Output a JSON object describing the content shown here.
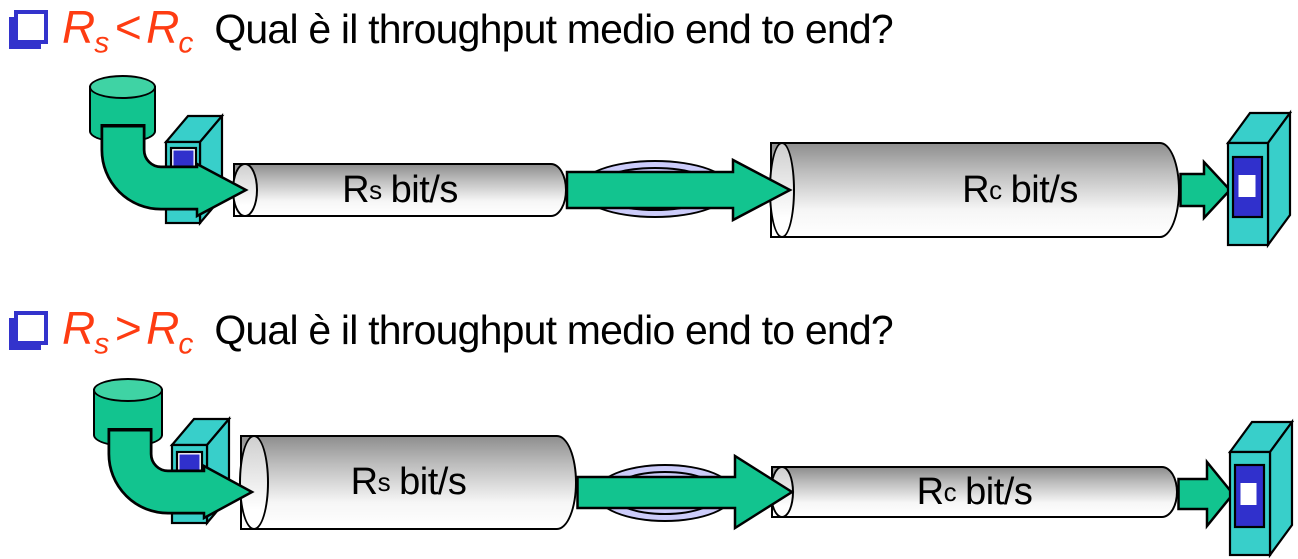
{
  "colors": {
    "green": "#12c48f",
    "green_light": "#3fd3a4",
    "cyan": "#38cfca",
    "screen_blue": "#3030cc",
    "lens_lavender": "#ccccfa",
    "formula_red": "#fe3c12",
    "bullet_blue": "#3333cc"
  },
  "bullets": [
    {
      "r1": "R",
      "sub1": "s",
      "op": "<",
      "r2": "R",
      "sub2": "c",
      "question": "Qual è il throughput medio end to end?"
    },
    {
      "r1": "R",
      "sub1": "s",
      "op": ">",
      "r2": "R",
      "sub2": "c",
      "question": "Qual è il throughput medio end to end?"
    }
  ],
  "diagrams": [
    {
      "server_pipe": {
        "main": "R",
        "sub": "s",
        "rest": "bit/s"
      },
      "client_pipe": {
        "main": "R",
        "sub": "c",
        "rest": "bit/s"
      }
    },
    {
      "server_pipe": {
        "main": "R",
        "sub": "s",
        "rest": "bit/s"
      },
      "client_pipe": {
        "main": "R",
        "sub": "c",
        "rest": "bit/s"
      }
    }
  ],
  "icons": {
    "bullet": "shadowed-square-bullet-icon",
    "server": "server-host-icon",
    "database": "database-cylinder-icon",
    "client": "client-host-icon",
    "lens": "network-link-lens-icon",
    "arrow": "throughput-arrow-icon"
  }
}
